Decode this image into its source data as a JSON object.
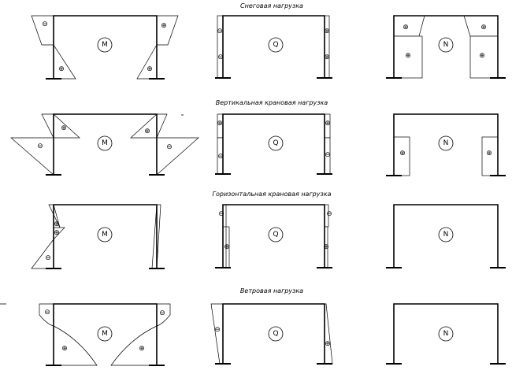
{
  "rows": [
    {
      "caption": "Снеговая нагрузка",
      "diagrams": [
        {
          "badge": "M"
        },
        {
          "badge": "Q"
        },
        {
          "badge": "N"
        }
      ]
    },
    {
      "caption": "Вертикальная крановая нагрузка",
      "diagrams": [
        {
          "badge": "M"
        },
        {
          "badge": "Q"
        },
        {
          "badge": "N"
        }
      ]
    },
    {
      "caption": "Горизонтальная крановая нагрузка",
      "diagrams": [
        {
          "badge": "M"
        },
        {
          "badge": "Q"
        },
        {
          "badge": "N"
        }
      ]
    },
    {
      "caption": "Ветровая нагрузка",
      "diagrams": [
        {
          "badge": "M"
        },
        {
          "badge": "Q"
        },
        {
          "badge": "N"
        }
      ]
    }
  ],
  "sign_symbols": {
    "minus": "⊖",
    "plus": "⊕"
  },
  "colors": {
    "line": "#000000",
    "background": "#ffffff"
  }
}
